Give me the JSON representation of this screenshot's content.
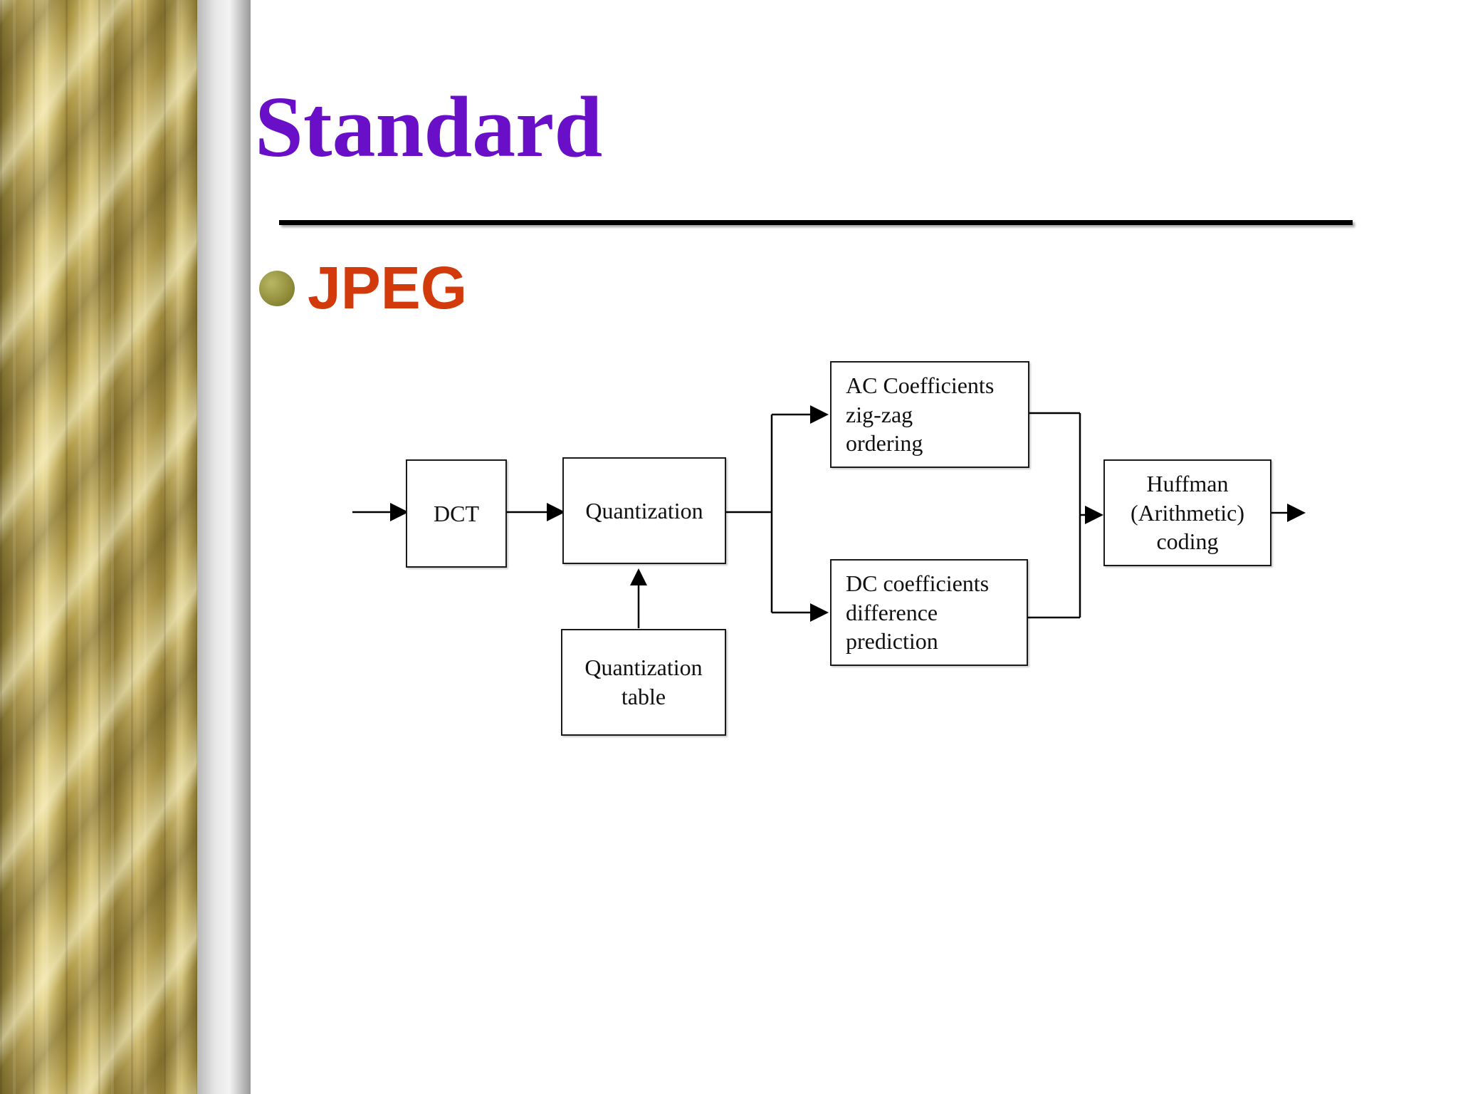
{
  "slide": {
    "title": "Standard",
    "bullet": "JPEG"
  },
  "diagram": {
    "dct": "DCT",
    "quantization": "Quantization",
    "quantization_table": "Quantization\ntable",
    "ac": "AC Coefficients\nzig-zag\nordering",
    "dc": "DC coefficients\ndifference\nprediction",
    "huffman": "Huffman\n(Arithmetic)\ncoding"
  }
}
